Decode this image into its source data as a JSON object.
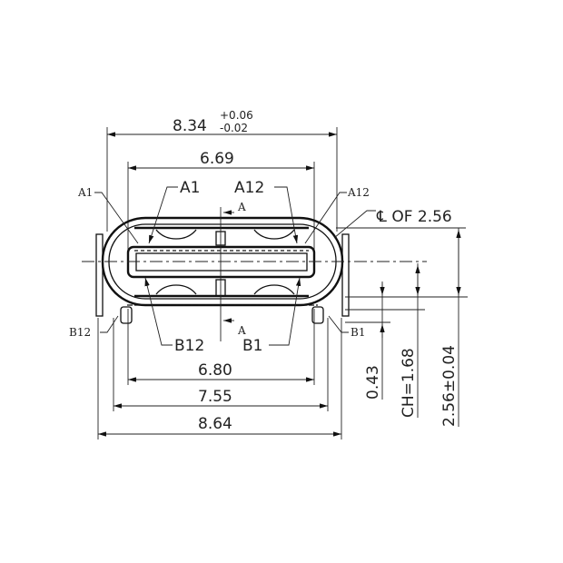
{
  "dimensions": {
    "overall_width": {
      "value": "8.34",
      "tol_plus": "+0.06",
      "tol_minus": "-0.02"
    },
    "tongue_width": "6.69",
    "contact_span": "6.80",
    "inner_width": "7.55",
    "outer_width": "8.64",
    "centerline_label": "℄ OF 2.56",
    "height": "2.56±0.04",
    "center_height": "CH=1.68",
    "offset": "0.43"
  },
  "pin_labels": {
    "a1_small": "A1",
    "a1_large": "A1",
    "a12_large": "A12",
    "a12_small": "A12",
    "b12_small": "B12",
    "b12_large": "B12",
    "b1_large": "B1",
    "b1_small": "B1"
  },
  "section_marks": {
    "top": "A",
    "bottom": "A"
  }
}
